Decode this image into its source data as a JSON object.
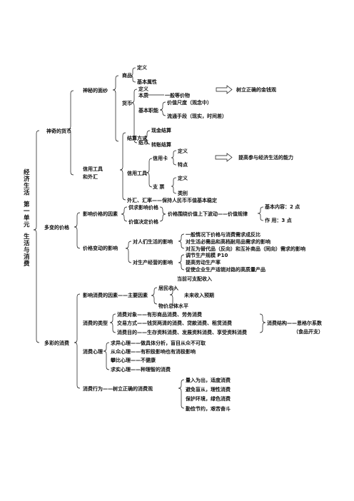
{
  "root": "经济生活　第一单元　生活与消费",
  "lesson1": {
    "title": "神奇的货币",
    "mystery": {
      "title": "神秘的面纱",
      "commodity": "商品",
      "commodity_children": [
        "定义",
        "基本属性"
      ],
      "currency": "货币",
      "currency_define": "定义",
      "currency_essence": "本质",
      "essence_value": "一般等价物",
      "currency_functions": "基本职能",
      "function_1": "价值尺度（观念中）",
      "function_2": "流通手段（现实，时间差）",
      "paper_money": "纸币",
      "note": "树立正确的金钱观"
    },
    "credit": {
      "title_line1": "信用工具",
      "title_line2": "和外汇",
      "settlement": "结算方式",
      "settlement_children": [
        "现金结算",
        "转账结算"
      ],
      "tools": "信用工具",
      "credit_card": "信用卡",
      "card_children": [
        "定义",
        "特点"
      ],
      "cheque": "支 票",
      "cheque_children": [
        "定义",
        "类别"
      ],
      "forex": "外汇、汇率——保持人民币币值基本稳定",
      "note": "提高参与经济生活的能力"
    }
  },
  "lesson2": {
    "title": "多变的价格",
    "factors": {
      "title": "影响价格的因素",
      "supply": "供求影响价格",
      "value": "价值决定价格",
      "fluctuate": "价格围绕价值上下波动——价值规律",
      "law_content": "基本内容：2 点",
      "law_effect": "作 用：3 点"
    },
    "impact": {
      "title": "价格变动的影响",
      "life": "对人们生活的影响",
      "life_items": [
        "一般情况下价格与消费需求成反比",
        "对生活必需品和高档耐用品需求的影响",
        "对互为替代品（反向）和互补商品（同向）需求的影响"
      ],
      "production": "对生产经营的影响",
      "production_items": [
        "调节生产规模 P10",
        "提高劳动生产率",
        "促使企业生产适销对路的高质量产品"
      ]
    }
  },
  "lesson3": {
    "title": "多彩的消费",
    "factors": {
      "title": "影响消费的因素——主要因素",
      "income": "居民收入",
      "income_children": [
        "当前可支配收入",
        "未来收入预期"
      ],
      "price": "物价总体水平"
    },
    "types": {
      "title": "消费的类型",
      "items": [
        "消费对象——有形商品消费、劳务消费",
        "交易方式——钱货两清的消费、贷款消费、租赁消费",
        "消费目的——生存资料消费、发展资料消费、享受资料消费"
      ],
      "structure": "消费结构——恩格尔系数",
      "structure_note": "（食品开支）"
    },
    "psychology": {
      "title": "消费心理",
      "items": [
        "求异心理——做具体分析，盲目从众不可取",
        "从众心理——有积极影响也有消极影响",
        "攀比心理——不健康",
        "求实心理——种理智的消费"
      ]
    },
    "behavior": {
      "title": "消费行为——树立正确的消费观",
      "items": [
        "量入为出，适度消费",
        "避免盲从，理性消费",
        "保护环境，绿色消费",
        "勤俭节约，艰苦奋斗"
      ]
    }
  }
}
